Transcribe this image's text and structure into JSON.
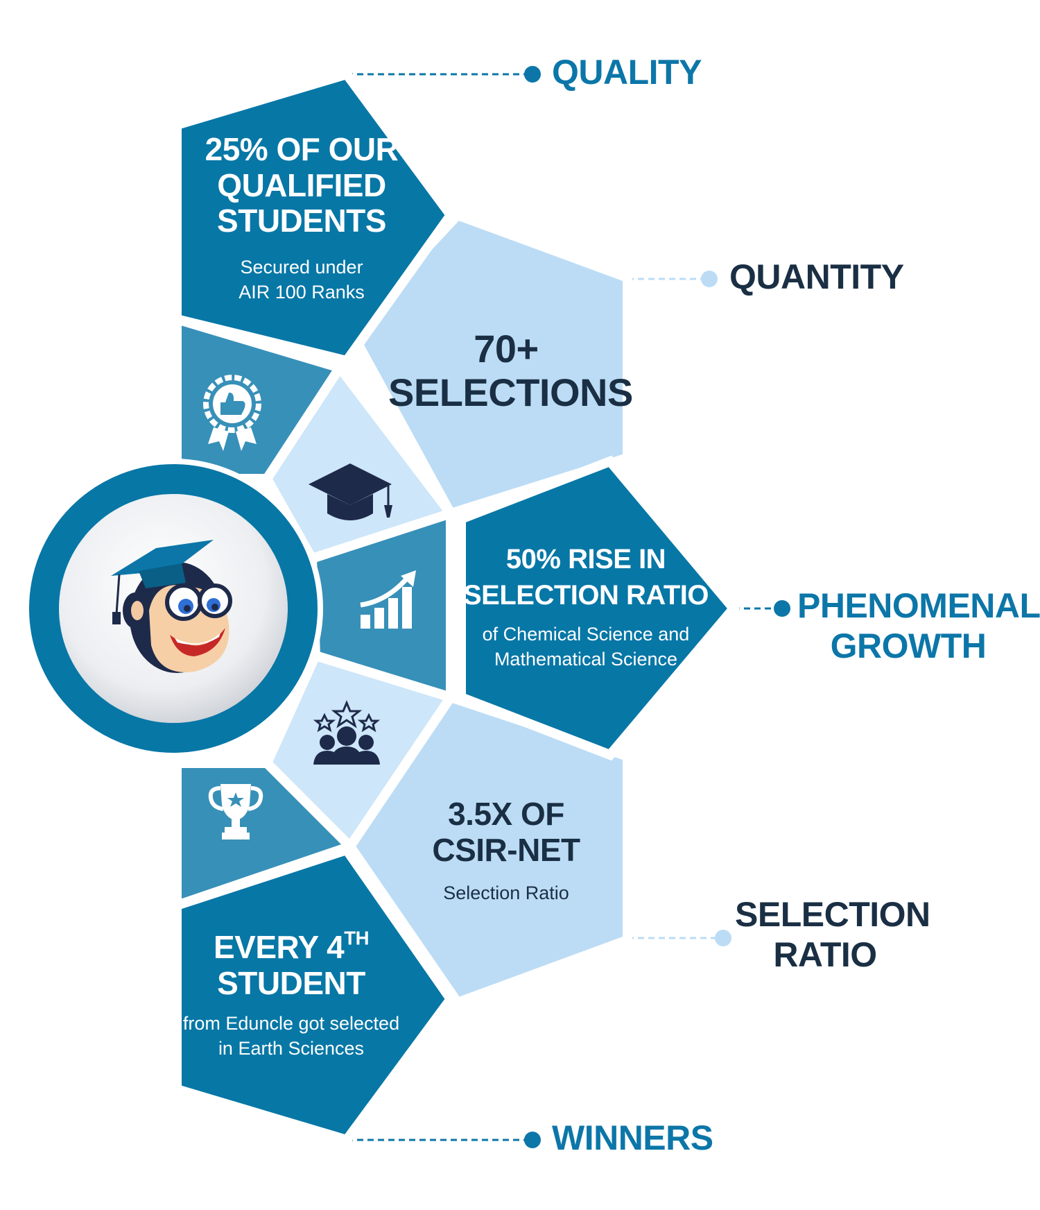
{
  "colors": {
    "dark_blue": "#0777a6",
    "mid_blue": "#3790b8",
    "light_blue": "#bcdcf5",
    "pale_blue": "#cde6f9",
    "label_blue": "#0c76a8",
    "label_dark": "#1a2f44"
  },
  "labels": {
    "quality": "QUALITY",
    "quantity": "QUANTITY",
    "growth_line1": "PHENOMENAL",
    "growth_line2": "GROWTH",
    "ratio_line1": "SELECTION",
    "ratio_line2": "RATIO",
    "winners": "WINNERS"
  },
  "panels": {
    "quality": {
      "title": [
        "25% OF OUR",
        "QUALIFIED",
        "STUDENTS"
      ],
      "subtitle": [
        "Secured under",
        "AIR 100 Ranks"
      ]
    },
    "quantity": {
      "title": [
        "70+",
        "SELECTIONS"
      ]
    },
    "growth": {
      "title": [
        "50% RISE IN",
        "SELECTION RATIO"
      ],
      "subtitle": [
        "of Chemical Science and",
        "Mathematical Science"
      ]
    },
    "ratio": {
      "title": [
        "3.5X OF",
        "CSIR-NET"
      ],
      "subtitle": [
        "Selection Ratio"
      ]
    },
    "winners": {
      "title_main": "EVERY 4",
      "title_sup": "TH",
      "title_line2": "STUDENT",
      "subtitle": [
        "from Eduncle got selected",
        "in Earth Sciences"
      ]
    }
  },
  "icons": [
    "award-badge-icon",
    "graduation-cap-icon",
    "growth-chart-icon",
    "team-stars-icon",
    "trophy-icon",
    "mascot-icon"
  ]
}
